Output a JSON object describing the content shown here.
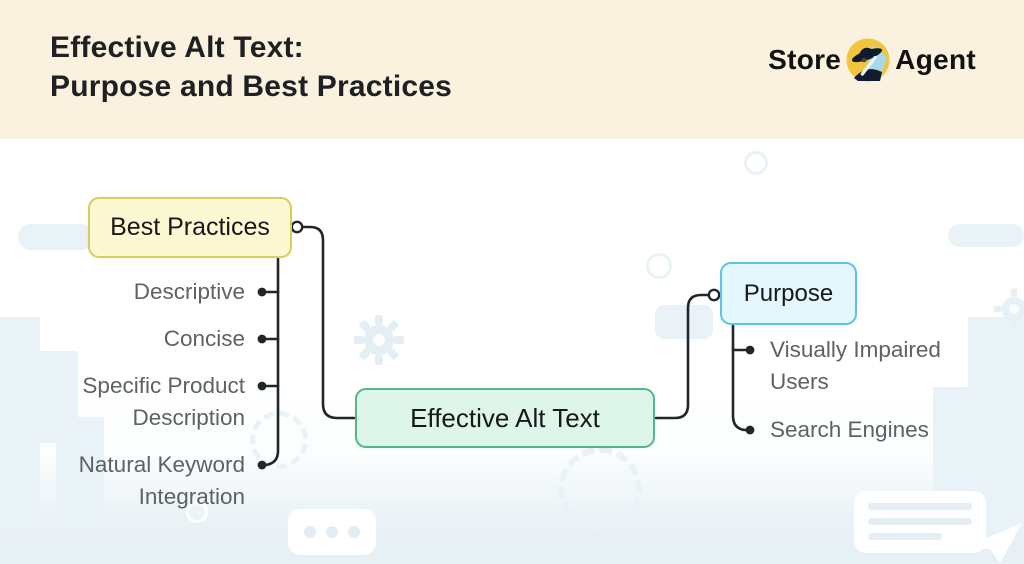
{
  "header": {
    "title_line1": "Effective Alt Text:",
    "title_line2": "Purpose and Best Practices",
    "logo": {
      "prefix": "Store",
      "suffix": "Agent",
      "icon": "spy-agent-icon"
    }
  },
  "mindmap": {
    "root": {
      "label": "Effective Alt Text"
    },
    "left_branch": {
      "label": "Best Practices",
      "children": [
        "Descriptive",
        "Concise",
        "Specific Product Description",
        "Natural Keyword Integration"
      ]
    },
    "right_branch": {
      "label": "Purpose",
      "children": [
        "Visually Impaired Users",
        "Search Engines"
      ]
    }
  },
  "colors": {
    "header_bg": "#faf1de",
    "line": "#21262b",
    "gray_text": "#5d6266",
    "yellow_fill": "#fcf9d2",
    "yellow_border": "#d6cf5e",
    "green_fill": "#def6e9",
    "green_border": "#54b886",
    "blue_fill": "#e4f7fd",
    "blue_border": "#5ec3e3",
    "logo_circle": "#f2c53d"
  }
}
